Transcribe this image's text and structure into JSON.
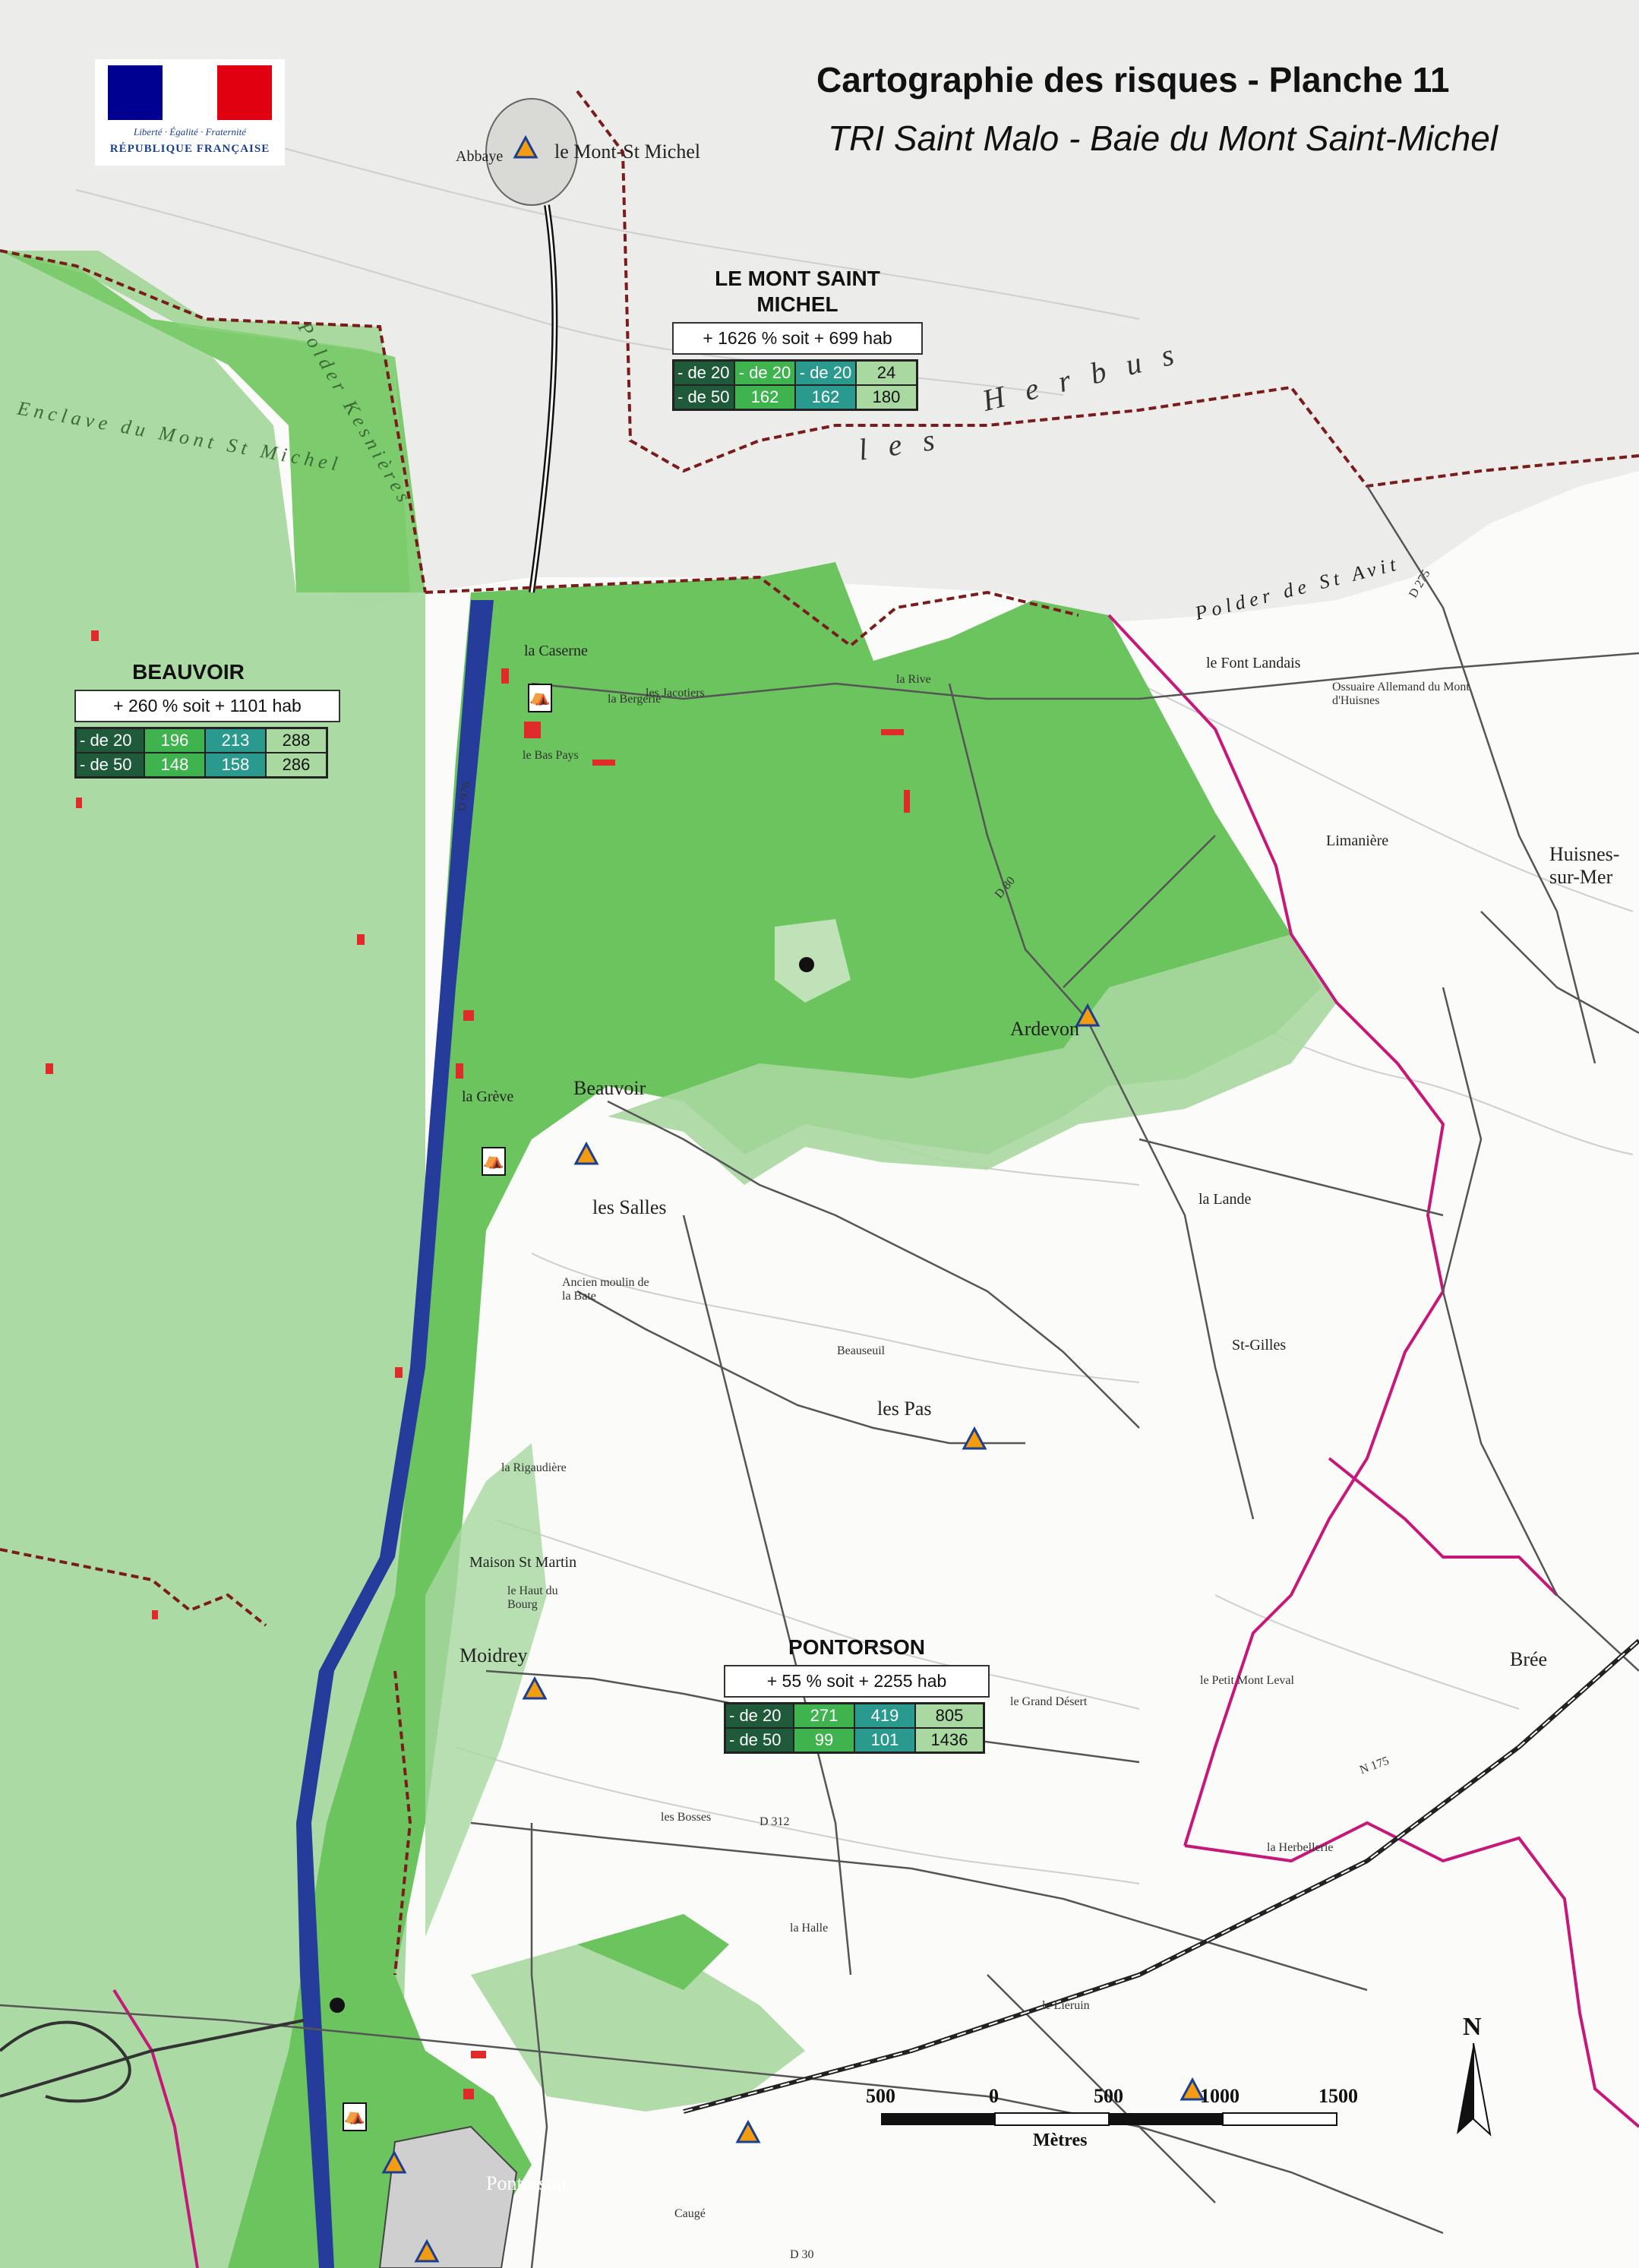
{
  "header": {
    "title": "Cartographie des risques - Planche 11",
    "subtitle": "TRI Saint Malo - Baie du Mont Saint-Michel"
  },
  "logo": {
    "motto": "Liberté · Égalité · Fraternité",
    "name": "RÉPUBLIQUE FRANÇAISE",
    "colors": [
      "#000091",
      "#ffffff",
      "#e1000f"
    ]
  },
  "colors": {
    "flood_zone_light": "#a8d8a0",
    "flood_zone_main": "#6cc45f",
    "canal": "#253c9a",
    "roads": "#555555",
    "commune_boundary": "#c8177a",
    "dike": "#7a1c1c"
  },
  "communes": [
    {
      "name": "LE MONT SAINT MICHEL",
      "summary": "+ 1626 % soit + 699 hab",
      "rows": [
        [
          "- de 20",
          "- de 20",
          "- de 20",
          "24"
        ],
        [
          "- de 50",
          "162",
          "162",
          "180"
        ]
      ]
    },
    {
      "name": "BEAUVOIR",
      "summary": "+ 260 % soit + 1101 hab",
      "rows": [
        [
          "- de 20",
          "196",
          "213",
          "288"
        ],
        [
          "- de 50",
          "148",
          "158",
          "286"
        ]
      ]
    },
    {
      "name": "PONTORSON",
      "summary": "+ 55 % soit + 2255 hab",
      "rows": [
        [
          "- de 20",
          "271",
          "419",
          "805"
        ],
        [
          "- de 50",
          "99",
          "101",
          "1436"
        ]
      ]
    }
  ],
  "map_labels": {
    "herbus": "Herbus",
    "les": "les",
    "mont_st_michel": "le Mont-St Michel",
    "abbaye": "Abbaye",
    "polder_st_avit": "Polder de St Avit",
    "polder_kesnieres": "Polder Kesnières",
    "enclave": "Enclave du Mont St Michel",
    "beauvoir": "Beauvoir",
    "les_salles": "les Salles",
    "les_pas": "les Pas",
    "moidrey": "Moidrey",
    "pontorson": "Pontorson",
    "ardevon": "Ardevon",
    "huisnes": "Huisnes-sur-Mer",
    "la_lande": "la Lande",
    "bree": "Brée",
    "la_caserne": "la Caserne",
    "la_greve": "la Grève",
    "st_gilles": "St-Gilles",
    "maison_st_martin": "Maison St Martin",
    "la_rigaudiere": "la Rigaudière",
    "les_bosses": "les Bosses",
    "la_halle": "la Halle",
    "le_lieuruin": "le Lieruin",
    "la_herbellerie": "la Herbellerie",
    "limaniere": "Limanière",
    "le_font_landais": "le Font Landais",
    "ossuaire": "Ossuaire Allemand du Mont d'Huisnes",
    "beauseul": "Beauseuil",
    "le_bas_pays": "le Bas Pays",
    "la_rive": "la Rive",
    "la_bergerie": "la Bergerie",
    "les_jacotiers": "les Jacotiers",
    "moulin": "Ancien moulin de la Bate",
    "mont_levat": "le Petit Mont Leval",
    "grand_desert": "le Grand Désert",
    "cauge": "Caugé",
    "le_haut_bourg": "le Haut du Bourg",
    "d976": "D 976",
    "d275": "D 275",
    "d80": "D 80",
    "n175": "N 175",
    "d312": "D 312",
    "d30": "D 30"
  },
  "scale": {
    "labels": [
      "500",
      "0",
      "500",
      "1000",
      "1500"
    ],
    "units": "Mètres"
  },
  "north": "N",
  "icons": {
    "shelter": "triangle-shelter-icon",
    "camping": "tent-icon",
    "poi": "dot-icon"
  }
}
